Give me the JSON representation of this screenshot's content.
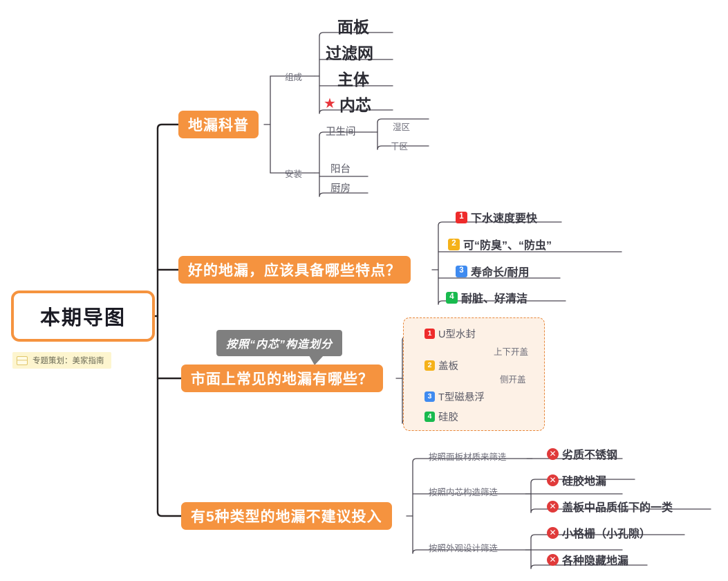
{
  "root": {
    "title": "本期导图",
    "note": "专题策划：美家指南",
    "note_icon": "note-card-icon"
  },
  "bubble": {
    "text": "按照“内芯”构造划分"
  },
  "colors": {
    "node_orange": "#F5933F",
    "trunk": "#231f20",
    "link": "#4a4650",
    "badge_1": "#ee2b2b",
    "badge_2": "#f5b21a",
    "badge_3": "#3f8bf0",
    "badge_4": "#18ba4e",
    "x_red": "#e03a3a",
    "star_red": "#e8363c",
    "bubble_gray": "#7f7f7f",
    "dashed_fill": "#fdf1e6",
    "dashed_border": "#e8873a",
    "note_bg": "#fdf5cf"
  },
  "branches": [
    {
      "label": "地漏科普",
      "groups": [
        {
          "label": "组成",
          "items": [
            {
              "text": "面板",
              "icon": null
            },
            {
              "text": "过滤网",
              "icon": null
            },
            {
              "text": "主体",
              "icon": null
            },
            {
              "text": "内芯",
              "icon": "star-icon"
            }
          ]
        },
        {
          "label": "安装",
          "items": [
            {
              "text": "卫生间",
              "children": [
                "湿区",
                "干区"
              ]
            },
            {
              "text": "阳台",
              "children": []
            },
            {
              "text": "厨房",
              "children": []
            }
          ]
        }
      ]
    },
    {
      "label": "好的地漏，应该具备哪些特点？",
      "items": [
        {
          "num": "1",
          "text": "下水速度要快"
        },
        {
          "num": "2",
          "text": "可“防臭”、“防虫”"
        },
        {
          "num": "3",
          "text": "寿命长/耐用"
        },
        {
          "num": "4",
          "text": "耐脏、好清洁"
        }
      ]
    },
    {
      "label": "市面上常见的地漏有哪些？",
      "items": [
        {
          "num": "1",
          "text": "U型水封",
          "children": []
        },
        {
          "num": "2",
          "text": "盖板",
          "children": [
            "上下开盖",
            "侧开盖"
          ]
        },
        {
          "num": "3",
          "text": "T型磁悬浮",
          "children": []
        },
        {
          "num": "4",
          "text": "硅胶",
          "children": []
        }
      ]
    },
    {
      "label": "有5种类型的地漏不建议投入",
      "groups": [
        {
          "label": "按照面板材质来筛选",
          "items": [
            "劣质不锈钢"
          ]
        },
        {
          "label": "按照内芯构造筛选",
          "items": [
            "硅胶地漏",
            "盖板中品质低下的一类"
          ]
        },
        {
          "label": "按照外观设计筛选",
          "items": [
            "小格栅（小孔隙）",
            "各种隐藏地漏"
          ]
        }
      ]
    }
  ]
}
